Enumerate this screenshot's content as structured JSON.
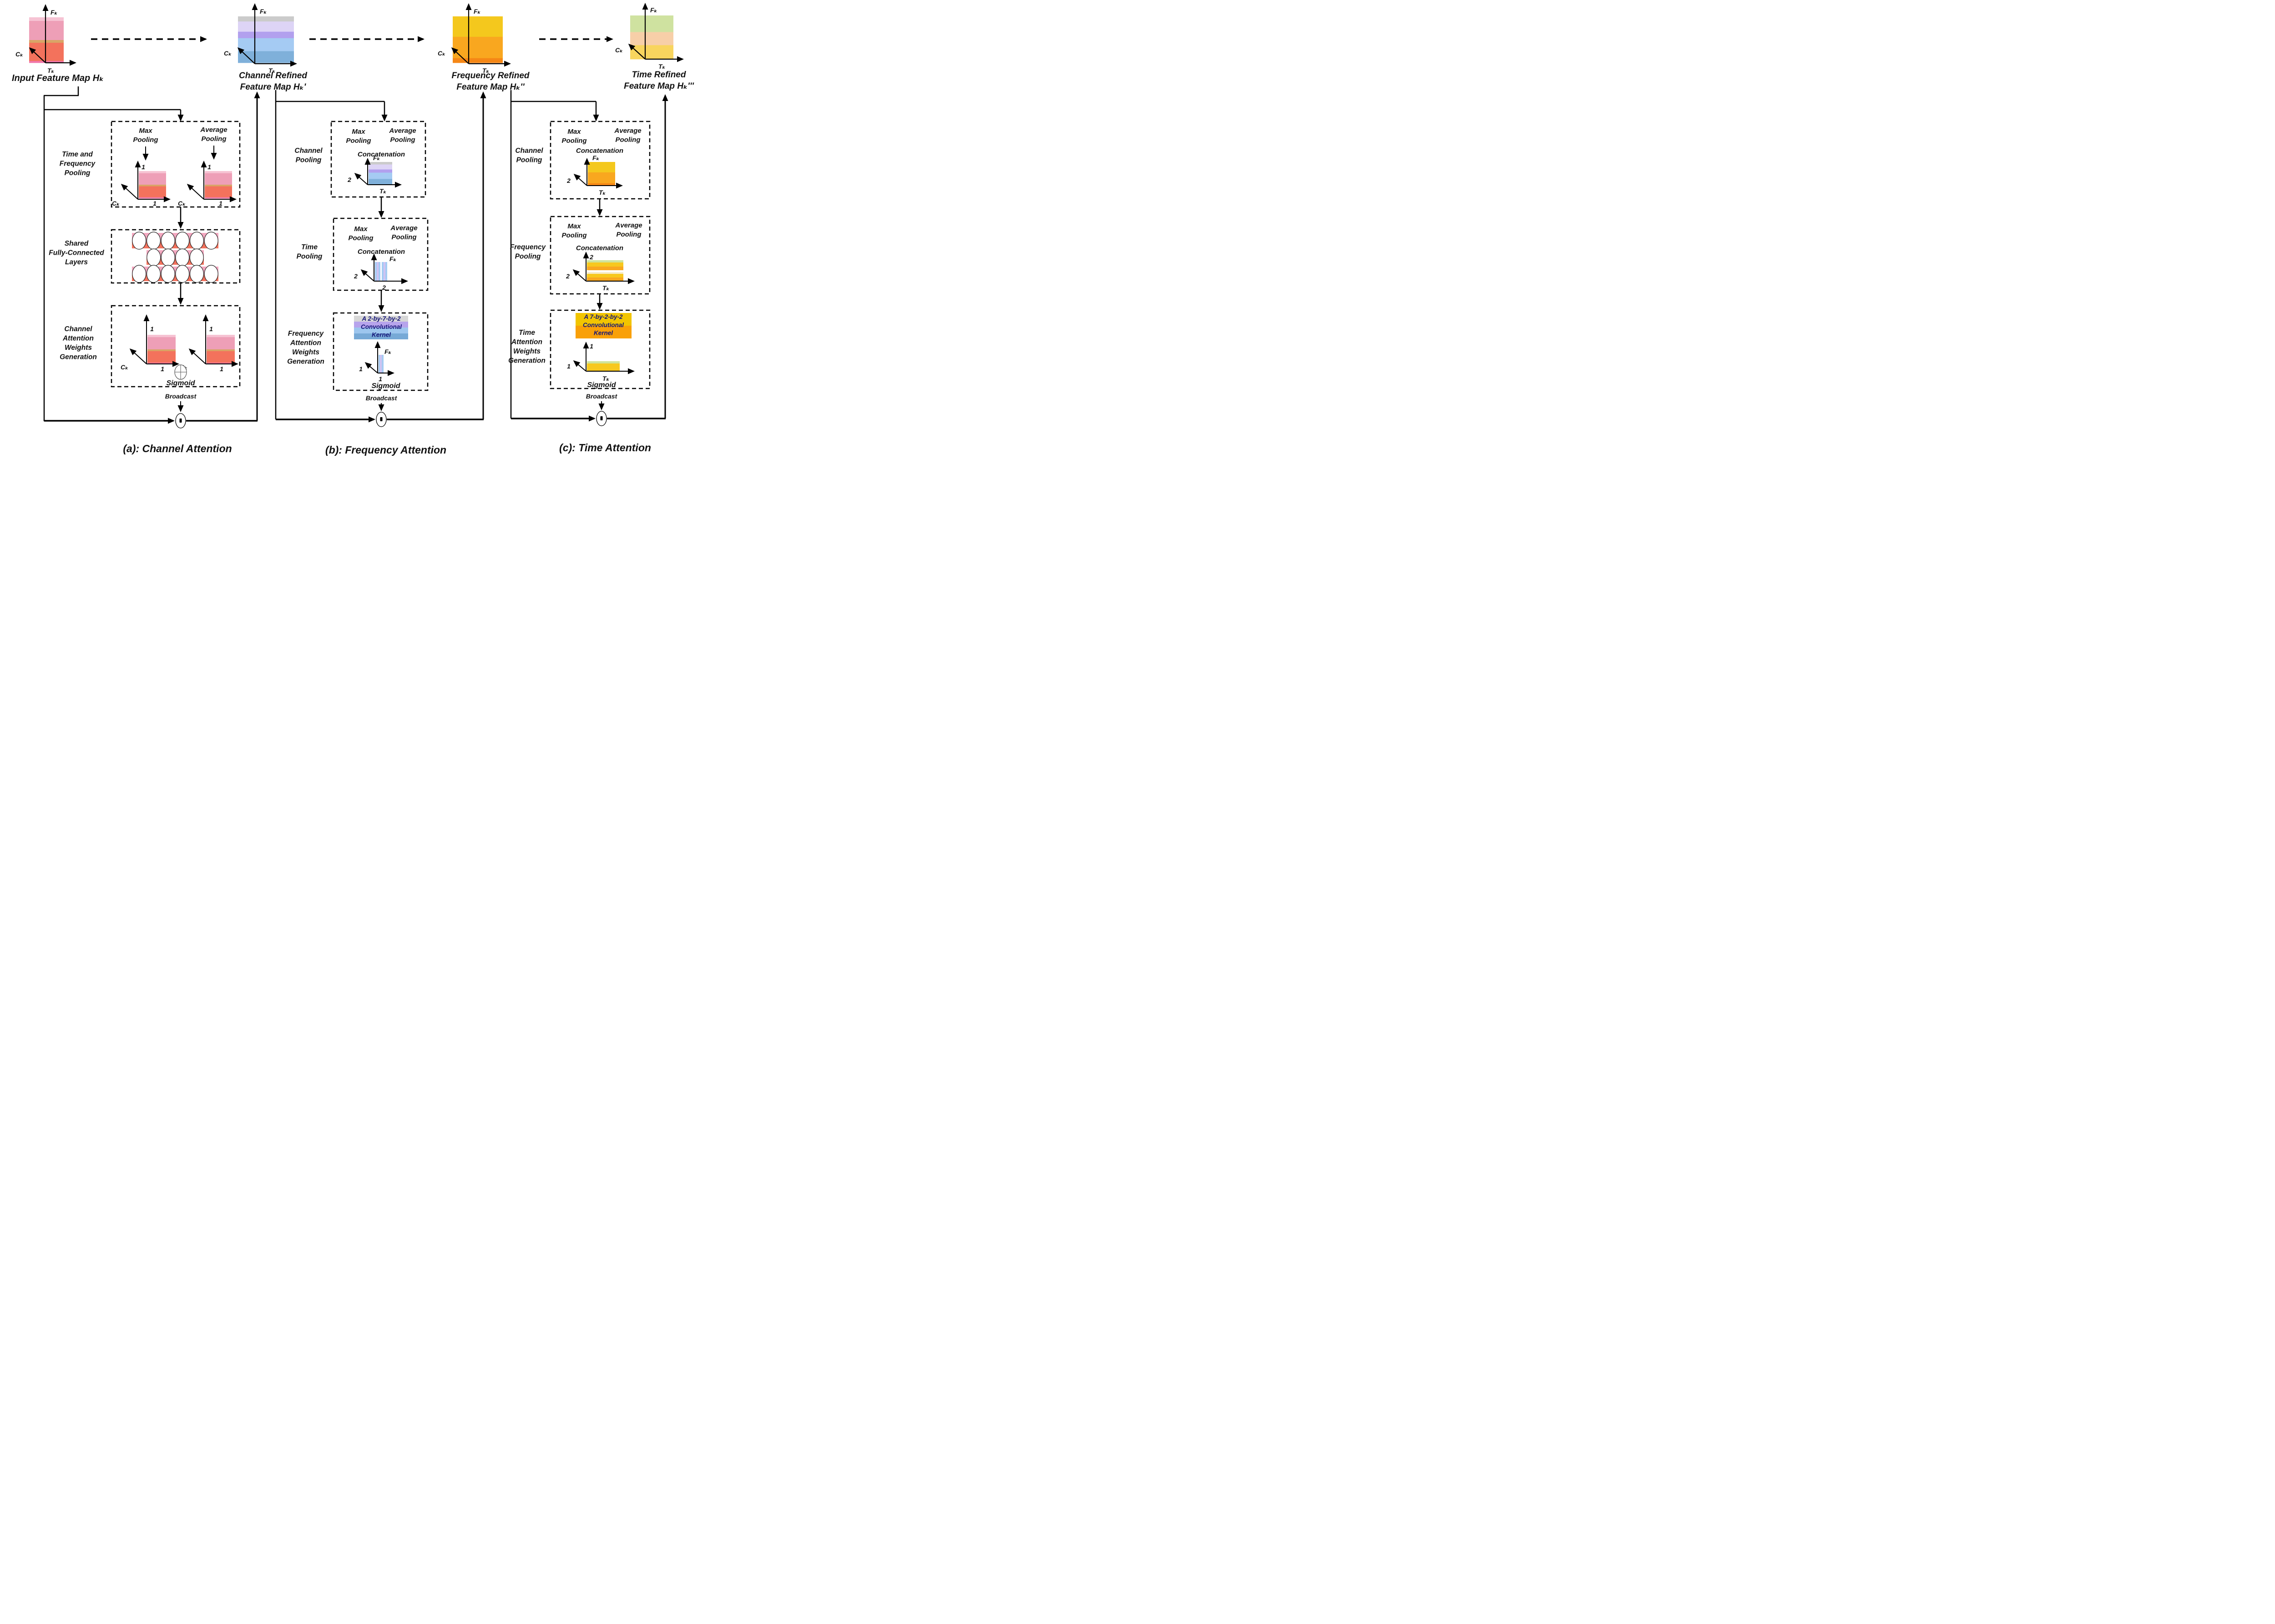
{
  "figure": {
    "maps": [
      {
        "caption": "Input Feature Map Hₖ"
      },
      {
        "caption": "Channel Refined\nFeature Map Hₖ'"
      },
      {
        "caption": "Frequency Refined\nFeature Map Hₖ''"
      },
      {
        "caption": "Time Refined\nFeature Map Hₖ'''"
      }
    ],
    "labels": {
      "max_pooling": "Max\nPooling",
      "average_pooling": "Average\nPooling",
      "concatenation": "Concatenation",
      "sigmoid": "Sigmoid",
      "broadcast": "Broadcast",
      "fk": "Fₖ",
      "ck": "Cₖ",
      "tk": "Tₖ",
      "one": "1",
      "two": "2",
      "time_freq_pooling": "Time and\nFrequency\nPooling",
      "shared_fc": "Shared\nFully-Connected\nLayers",
      "channel_attn": "Channel\nAttention\nWeights\nGeneration",
      "channel_pooling": "Channel\nPooling",
      "time_pooling": "Time\nPooling",
      "freq_attn": "Frequency\nAttention\nWeights\nGeneration",
      "frequency_pooling": "Frequency\nPooling",
      "time_attn": "Time\nAttention\nWeights\nGeneration",
      "kernel_b": "A 2-by-7-by-2\nConvolutional\nKernel",
      "kernel_c": "A 7-by-2-by-2\nConvolutional\nKernel"
    },
    "captions": {
      "a": "(a): Channel Attention",
      "b": "(b): Frequency Attention",
      "c": "(c): Time Attention"
    },
    "fc_rows": [
      6,
      4,
      6
    ],
    "colors": {
      "pink_stack": [
        {
          "c": "#f6c3d3",
          "f": 0.08
        },
        {
          "c": "#ee9fb7",
          "f": 0.42
        },
        {
          "c": "#d9a566",
          "f": 0.06
        },
        {
          "c": "#f3725c",
          "f": 0.4
        },
        {
          "c": "#f177a9",
          "f": 0.04
        }
      ],
      "blue_stack": [
        {
          "c": "#cbcbcb",
          "f": 0.11
        },
        {
          "c": "#ddd4f6",
          "f": 0.22
        },
        {
          "c": "#b2a0ee",
          "f": 0.14
        },
        {
          "c": "#a5cbf3",
          "f": 0.28
        },
        {
          "c": "#7fb0da",
          "f": 0.25
        }
      ],
      "yellow_stack": [
        {
          "c": "#f4c81d",
          "f": 0.44
        },
        {
          "c": "#f9a71f",
          "f": 0.46
        },
        {
          "c": "#f58716",
          "f": 0.1
        }
      ],
      "green_stack": [
        {
          "c": "#cfe2a0",
          "f": 0.38
        },
        {
          "c": "#f7cfa8",
          "f": 0.3
        },
        {
          "c": "#f8d55e",
          "f": 0.32
        }
      ],
      "fc_pink": "#f3a8c0",
      "fc_orange": "#f3715c",
      "slab_blue": "#a5cbf3",
      "slab_lav": "#cfc3f2",
      "kb1": "#d7d7d7",
      "kb2": "#b7a4ec",
      "kb3": "#9dc6ee",
      "kb4": "#77a9d6",
      "kc1": "#f2c500",
      "kc2": "#f9a008",
      "slab_yellow": "#f7c81e",
      "slab_orange": "#f9a71f",
      "slab_green": "#cfe39a",
      "slab_cream": "#f6ecc9"
    }
  }
}
